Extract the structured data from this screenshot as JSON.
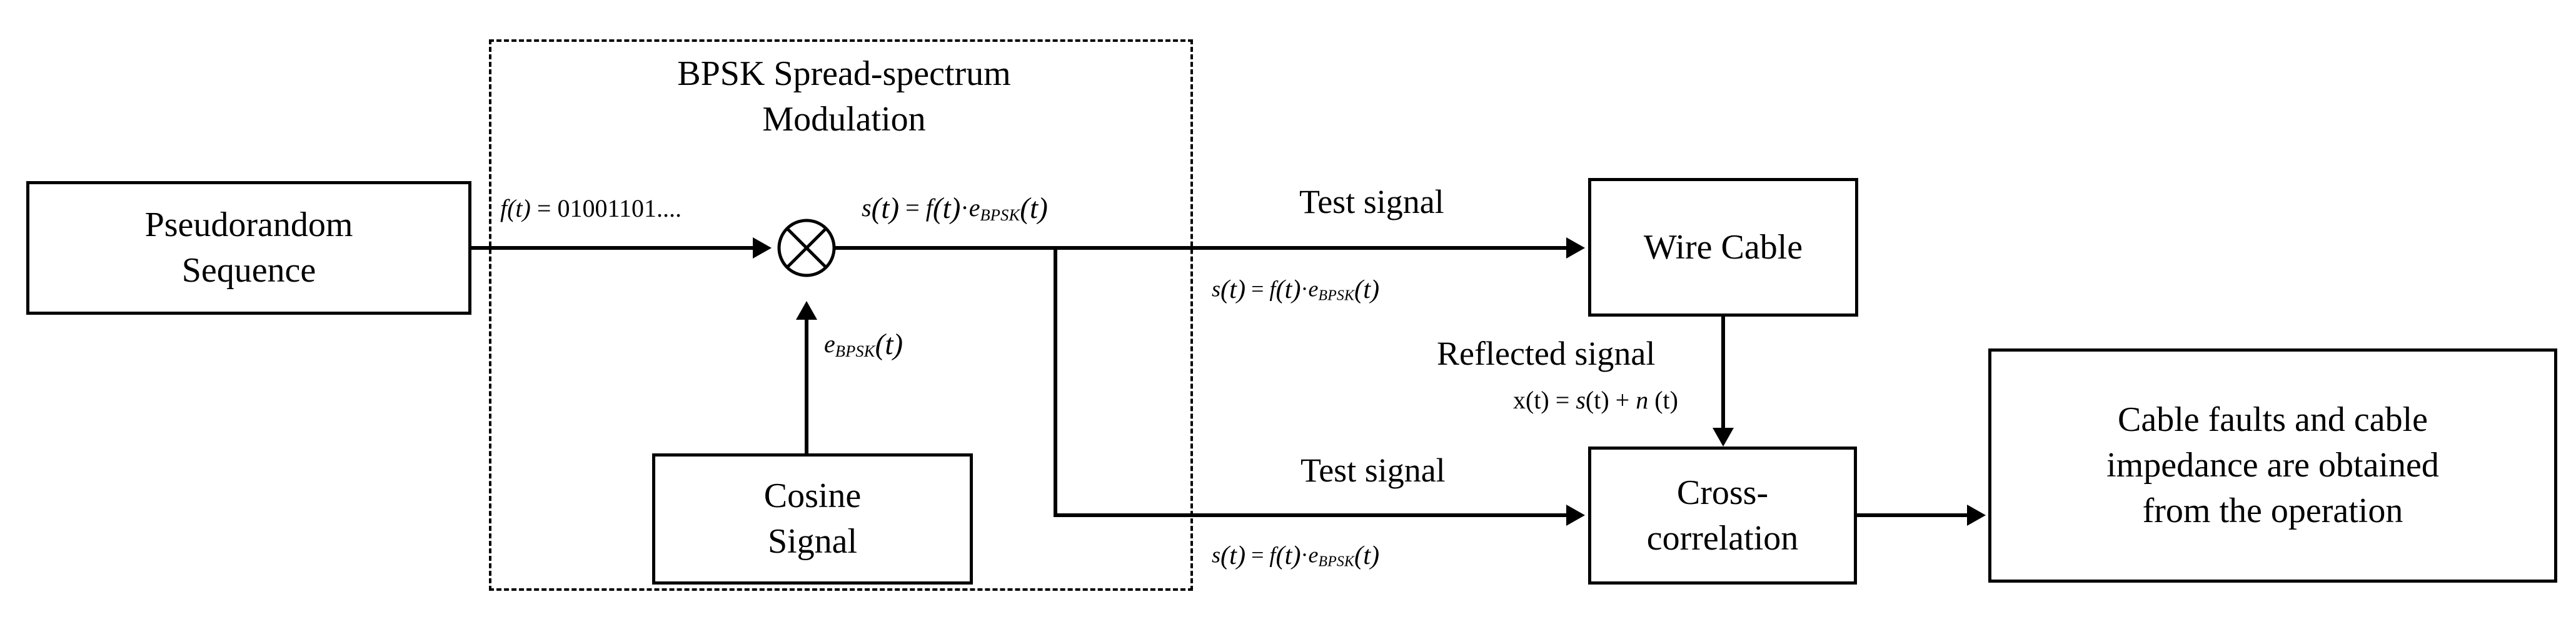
{
  "diagram": {
    "title": "BPSK Spread-spectrum Cable Fault Detection Block Diagram",
    "stroke_color": "#000000",
    "background_color": "#ffffff"
  },
  "group": {
    "title": "BPSK  Spread-spectrum\nModulation",
    "style": "dashed"
  },
  "blocks": {
    "pseudorandom": "Pseudorandom\nSequence",
    "cosine": "Cosine\nSignal",
    "wire_cable": "Wire Cable",
    "cross_correlation": "Cross-\ncorrelation",
    "result": "Cable faults and cable\nimpedance are obtained\nfrom the operation"
  },
  "mixer": {
    "name": "multiplier",
    "symbol": "circle-with-x"
  },
  "labels": {
    "f_of_t": {
      "lhs": "f(t)",
      "eq": " = ",
      "rhs": "01001101...."
    },
    "s_of_t_top": {
      "s": "s",
      "arg": "(t)",
      "eq": " = ",
      "f": "f",
      "farg": "(t)",
      "dot": "·",
      "e": "e",
      "sub": "BPSK",
      "earg": "(t)"
    },
    "e_bpsk": {
      "e": "e",
      "sub": "BPSK",
      "arg": "(t)"
    },
    "test_signal_top": "Test signal",
    "test_signal_bottom": "Test signal",
    "reflected_signal": "Reflected signal",
    "x_of_t": {
      "x": "x(t)",
      "eq": " = ",
      "s": "s",
      "sarg": "(t)",
      "plus": " + ",
      "n": "n",
      "narg": " (t)"
    },
    "s_eq_mid": {
      "s": "s",
      "arg": "(t)",
      "eq": " = ",
      "f": "f",
      "farg": "(t)",
      "dot": "·",
      "e": "e",
      "sub": "BPSK",
      "earg": "(t)"
    },
    "s_eq_bottom": {
      "s": "s",
      "arg": "(t)",
      "eq": " = ",
      "f": "f",
      "farg": "(t)",
      "dot": "·",
      "e": "e",
      "sub": "BPSK",
      "earg": "(t)"
    }
  }
}
